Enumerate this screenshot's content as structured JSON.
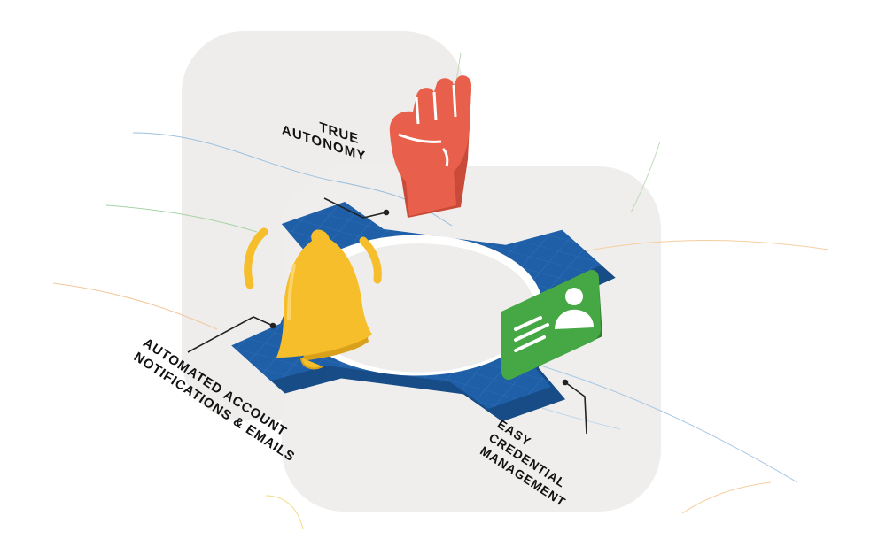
{
  "labels": {
    "autonomy": [
      "TRUE",
      "AUTONOMY"
    ],
    "notifications": [
      "AUTOMATED ACCOUNT",
      "NOTIFICATIONS & EMAILS"
    ],
    "credential": [
      "EASY",
      "CREDENTIAL",
      "MANAGEMENT"
    ]
  },
  "icons": {
    "fist": "raised-fist-icon",
    "bell": "notification-bell-icon",
    "card": "id-card-icon",
    "gear": "gear-icon"
  },
  "colors": {
    "gear_blue": "#1E5FA8",
    "gear_edge": "#174C86",
    "fist_red": "#E8604C",
    "bell_yellow": "#F6BE2A",
    "card_green": "#45A844",
    "panel_gray": "#EEEDEC",
    "label_text": "#111111"
  }
}
